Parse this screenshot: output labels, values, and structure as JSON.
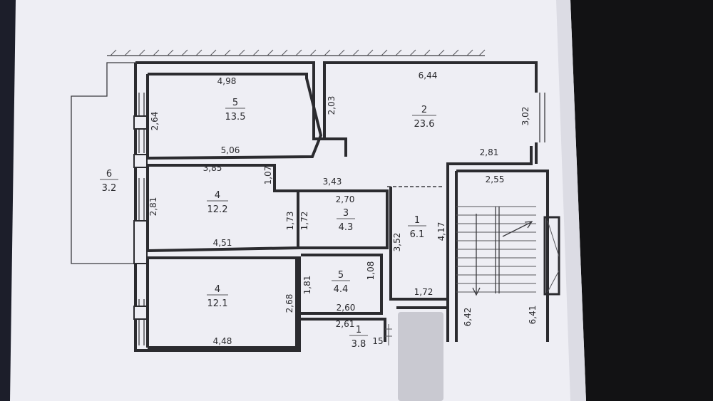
{
  "colors": {
    "background": "#141416",
    "paper": "#eeeef4",
    "ink": "#2b2b2f"
  },
  "rooms": [
    {
      "number": "5",
      "area": "13.5"
    },
    {
      "number": "2",
      "area": "23.6"
    },
    {
      "number": "4",
      "area": "12.2"
    },
    {
      "number": "3",
      "area": "4.3"
    },
    {
      "number": "1",
      "area": "6.1"
    },
    {
      "number": "6",
      "area": "3.2"
    },
    {
      "number": "4",
      "area": "12.1"
    },
    {
      "number": "5",
      "area": "4.4"
    },
    {
      "number": "1",
      "area": "3.8"
    }
  ],
  "dimensions": {
    "d1": "4,98",
    "d2": "6,44",
    "d3": "2,03",
    "d4": "2,64",
    "d5": "3,02",
    "d6": "5,06",
    "d7": "2,81",
    "d8": "3,85",
    "d9": "1,07",
    "d10": "3,43",
    "d11": "2,55",
    "d12": "2,70",
    "d13": "2,81",
    "d14": "1,73",
    "d15": "1,72",
    "d16": "3,52",
    "d17": "4,17",
    "d18": "4,51",
    "d19": "1,81",
    "d20": "1,08",
    "d21": "2,68",
    "d22": "1,72",
    "d23": "2,60",
    "d24": "6,42",
    "d25": "6,41",
    "d26": "2,61",
    "d27": "4,48",
    "d28": "15"
  }
}
